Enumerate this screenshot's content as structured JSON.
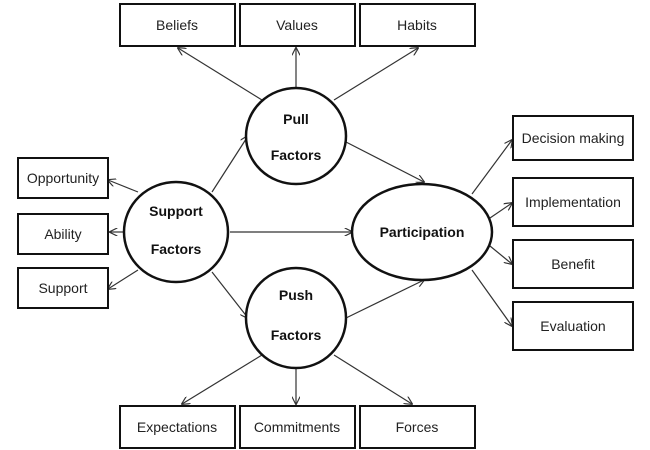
{
  "nodes": {
    "pull": {
      "line1": "Pull",
      "line2": "Factors"
    },
    "push": {
      "line1": "Push",
      "line2": "Factors"
    },
    "support": {
      "line1": "Support",
      "line2": "Factors"
    },
    "participation": {
      "label": "Participation"
    }
  },
  "boxes": {
    "beliefs": "Beliefs",
    "values": "Values",
    "habits": "Habits",
    "opportunity": "Opportunity",
    "ability": "Ability",
    "support": "Support",
    "decision_making": "Decision making",
    "implementation": "Implementation",
    "benefit": "Benefit",
    "evaluation": "Evaluation",
    "expectations": "Expectations",
    "commitments": "Commitments",
    "forces": "Forces"
  },
  "colors": {
    "stroke": "#111111",
    "arrow": "#333333",
    "background": "#ffffff"
  }
}
